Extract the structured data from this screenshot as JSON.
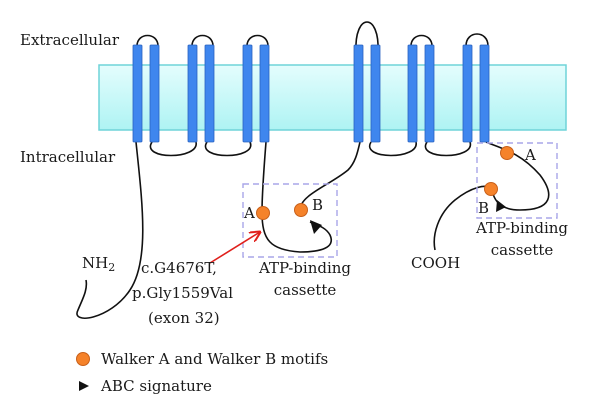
{
  "labels": {
    "extracellular": "Extracellular",
    "intracellular": "Intracellular",
    "nh2": "NH",
    "nh2_sub": "2",
    "cooh": "COOH",
    "mutation_line1": "c.G4676T,",
    "mutation_line2": "p.Gly1559Val",
    "mutation_line3": "(exon 32)",
    "atp1_line1": "ATP-binding",
    "atp1_line2": "cassette",
    "atp2_line1": "ATP-binding",
    "atp2_line2": "cassette",
    "motif_a1": "A",
    "motif_b1": "B",
    "motif_a2": "A",
    "motif_b2": "B"
  },
  "legend": {
    "walker": "Walker A and Walker B motifs",
    "abc": "ABC signature"
  },
  "colors": {
    "membrane_top": "#e4fdfd",
    "membrane_bottom": "#aef3f3",
    "membrane_border": "#6fd3d8",
    "helix": "#3f86ee",
    "motif": "#f5822a",
    "mutation_arrow": "#e0201c",
    "cassette_box": "#a9a6e8"
  }
}
